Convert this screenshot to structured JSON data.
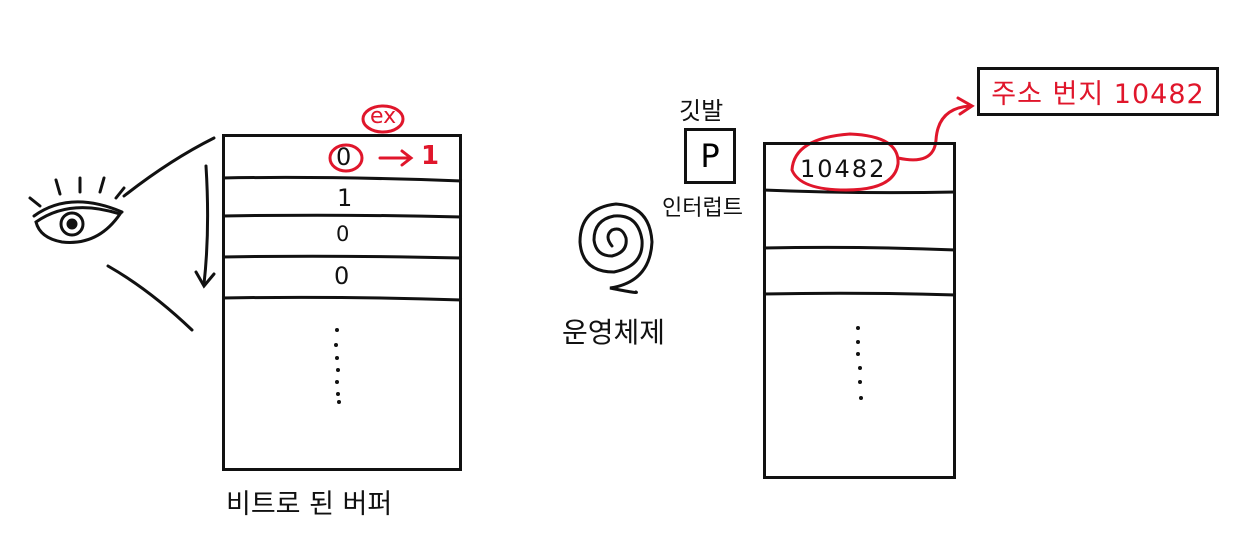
{
  "left_buffer": {
    "caption": "비트로 된 버퍼",
    "cells": [
      "0",
      "1",
      "0",
      "0"
    ],
    "arrow_text": "→",
    "new_value": "1",
    "example_tag": "ex"
  },
  "interrupt": {
    "flag_label": "깃발",
    "flag_letter": "P",
    "name": "인터럽트"
  },
  "os": {
    "label": "운영체제"
  },
  "memory": {
    "cell_value": "10482",
    "address_label": "주소 번지 10482"
  },
  "colors": {
    "ink": "#111111",
    "accent": "#e0162b"
  }
}
